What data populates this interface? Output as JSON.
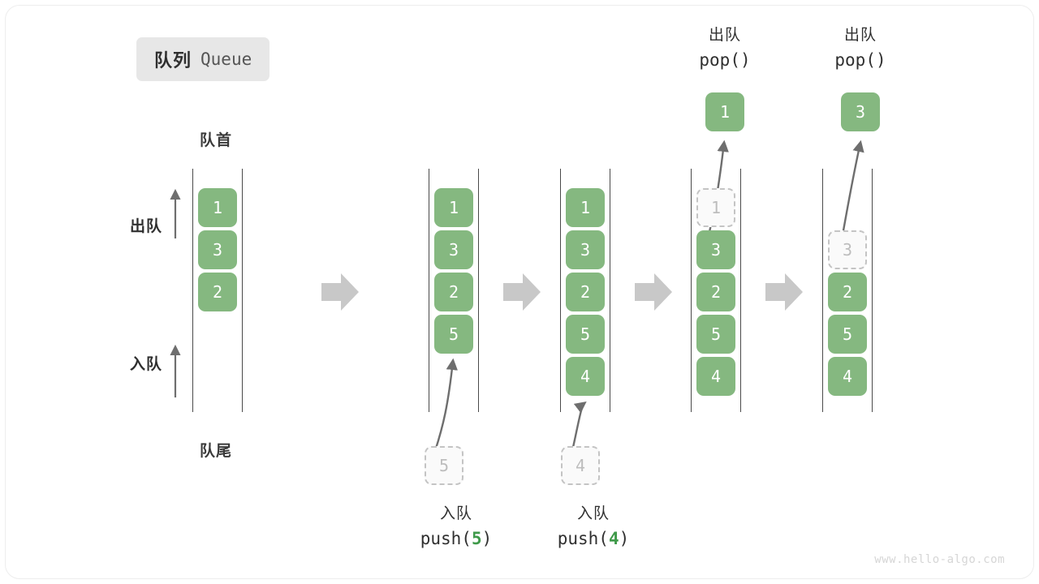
{
  "title": {
    "cn": "队列",
    "en": "Queue"
  },
  "labels": {
    "head": "队首",
    "tail": "队尾",
    "dequeue": "出队",
    "enqueue": "入队"
  },
  "watermark": "www.hello-algo.com",
  "colors": {
    "cell_fill": "#85b880",
    "cell_text": "#ffffff",
    "ghost_border": "#c4c4c4",
    "ghost_text": "#bdbdbd",
    "arrow_gray": "#c8c8c8",
    "stroke_dark": "#4a4a4a",
    "accent_green": "#3f9a4a",
    "badge_bg": "#e7e7e7"
  },
  "columns": [
    {
      "id": "initial",
      "cells": [
        {
          "value": "1",
          "state": "filled",
          "slot": 0
        },
        {
          "value": "3",
          "state": "filled",
          "slot": 1
        },
        {
          "value": "2",
          "state": "filled",
          "slot": 2
        }
      ]
    },
    {
      "id": "after-push-5",
      "cells": [
        {
          "value": "1",
          "state": "filled",
          "slot": 0
        },
        {
          "value": "3",
          "state": "filled",
          "slot": 1
        },
        {
          "value": "2",
          "state": "filled",
          "slot": 2
        },
        {
          "value": "5",
          "state": "filled",
          "slot": 3
        }
      ],
      "incoming": {
        "value": "5"
      },
      "caption": {
        "cn": "入队",
        "fn": "push(",
        "arg": "5",
        "fn_close": ")"
      }
    },
    {
      "id": "after-push-4",
      "cells": [
        {
          "value": "1",
          "state": "filled",
          "slot": 0
        },
        {
          "value": "3",
          "state": "filled",
          "slot": 1
        },
        {
          "value": "2",
          "state": "filled",
          "slot": 2
        },
        {
          "value": "5",
          "state": "filled",
          "slot": 3
        },
        {
          "value": "4",
          "state": "filled",
          "slot": 4
        }
      ],
      "incoming": {
        "value": "4"
      },
      "caption": {
        "cn": "入队",
        "fn": "push(",
        "arg": "4",
        "fn_close": ")"
      }
    },
    {
      "id": "after-pop-1",
      "cells": [
        {
          "value": "1",
          "state": "ghost",
          "slot": 0
        },
        {
          "value": "3",
          "state": "filled",
          "slot": 1
        },
        {
          "value": "2",
          "state": "filled",
          "slot": 2
        },
        {
          "value": "5",
          "state": "filled",
          "slot": 3
        },
        {
          "value": "4",
          "state": "filled",
          "slot": 4
        }
      ],
      "outgoing": {
        "value": "1"
      },
      "caption": {
        "cn": "出队",
        "fn": "pop()"
      }
    },
    {
      "id": "after-pop-3",
      "cells": [
        {
          "value": "3",
          "state": "ghost",
          "slot": 1
        },
        {
          "value": "2",
          "state": "filled",
          "slot": 2
        },
        {
          "value": "5",
          "state": "filled",
          "slot": 3
        },
        {
          "value": "4",
          "state": "filled",
          "slot": 4
        }
      ],
      "outgoing": {
        "value": "3"
      },
      "caption": {
        "cn": "出队",
        "fn": "pop()"
      }
    }
  ]
}
